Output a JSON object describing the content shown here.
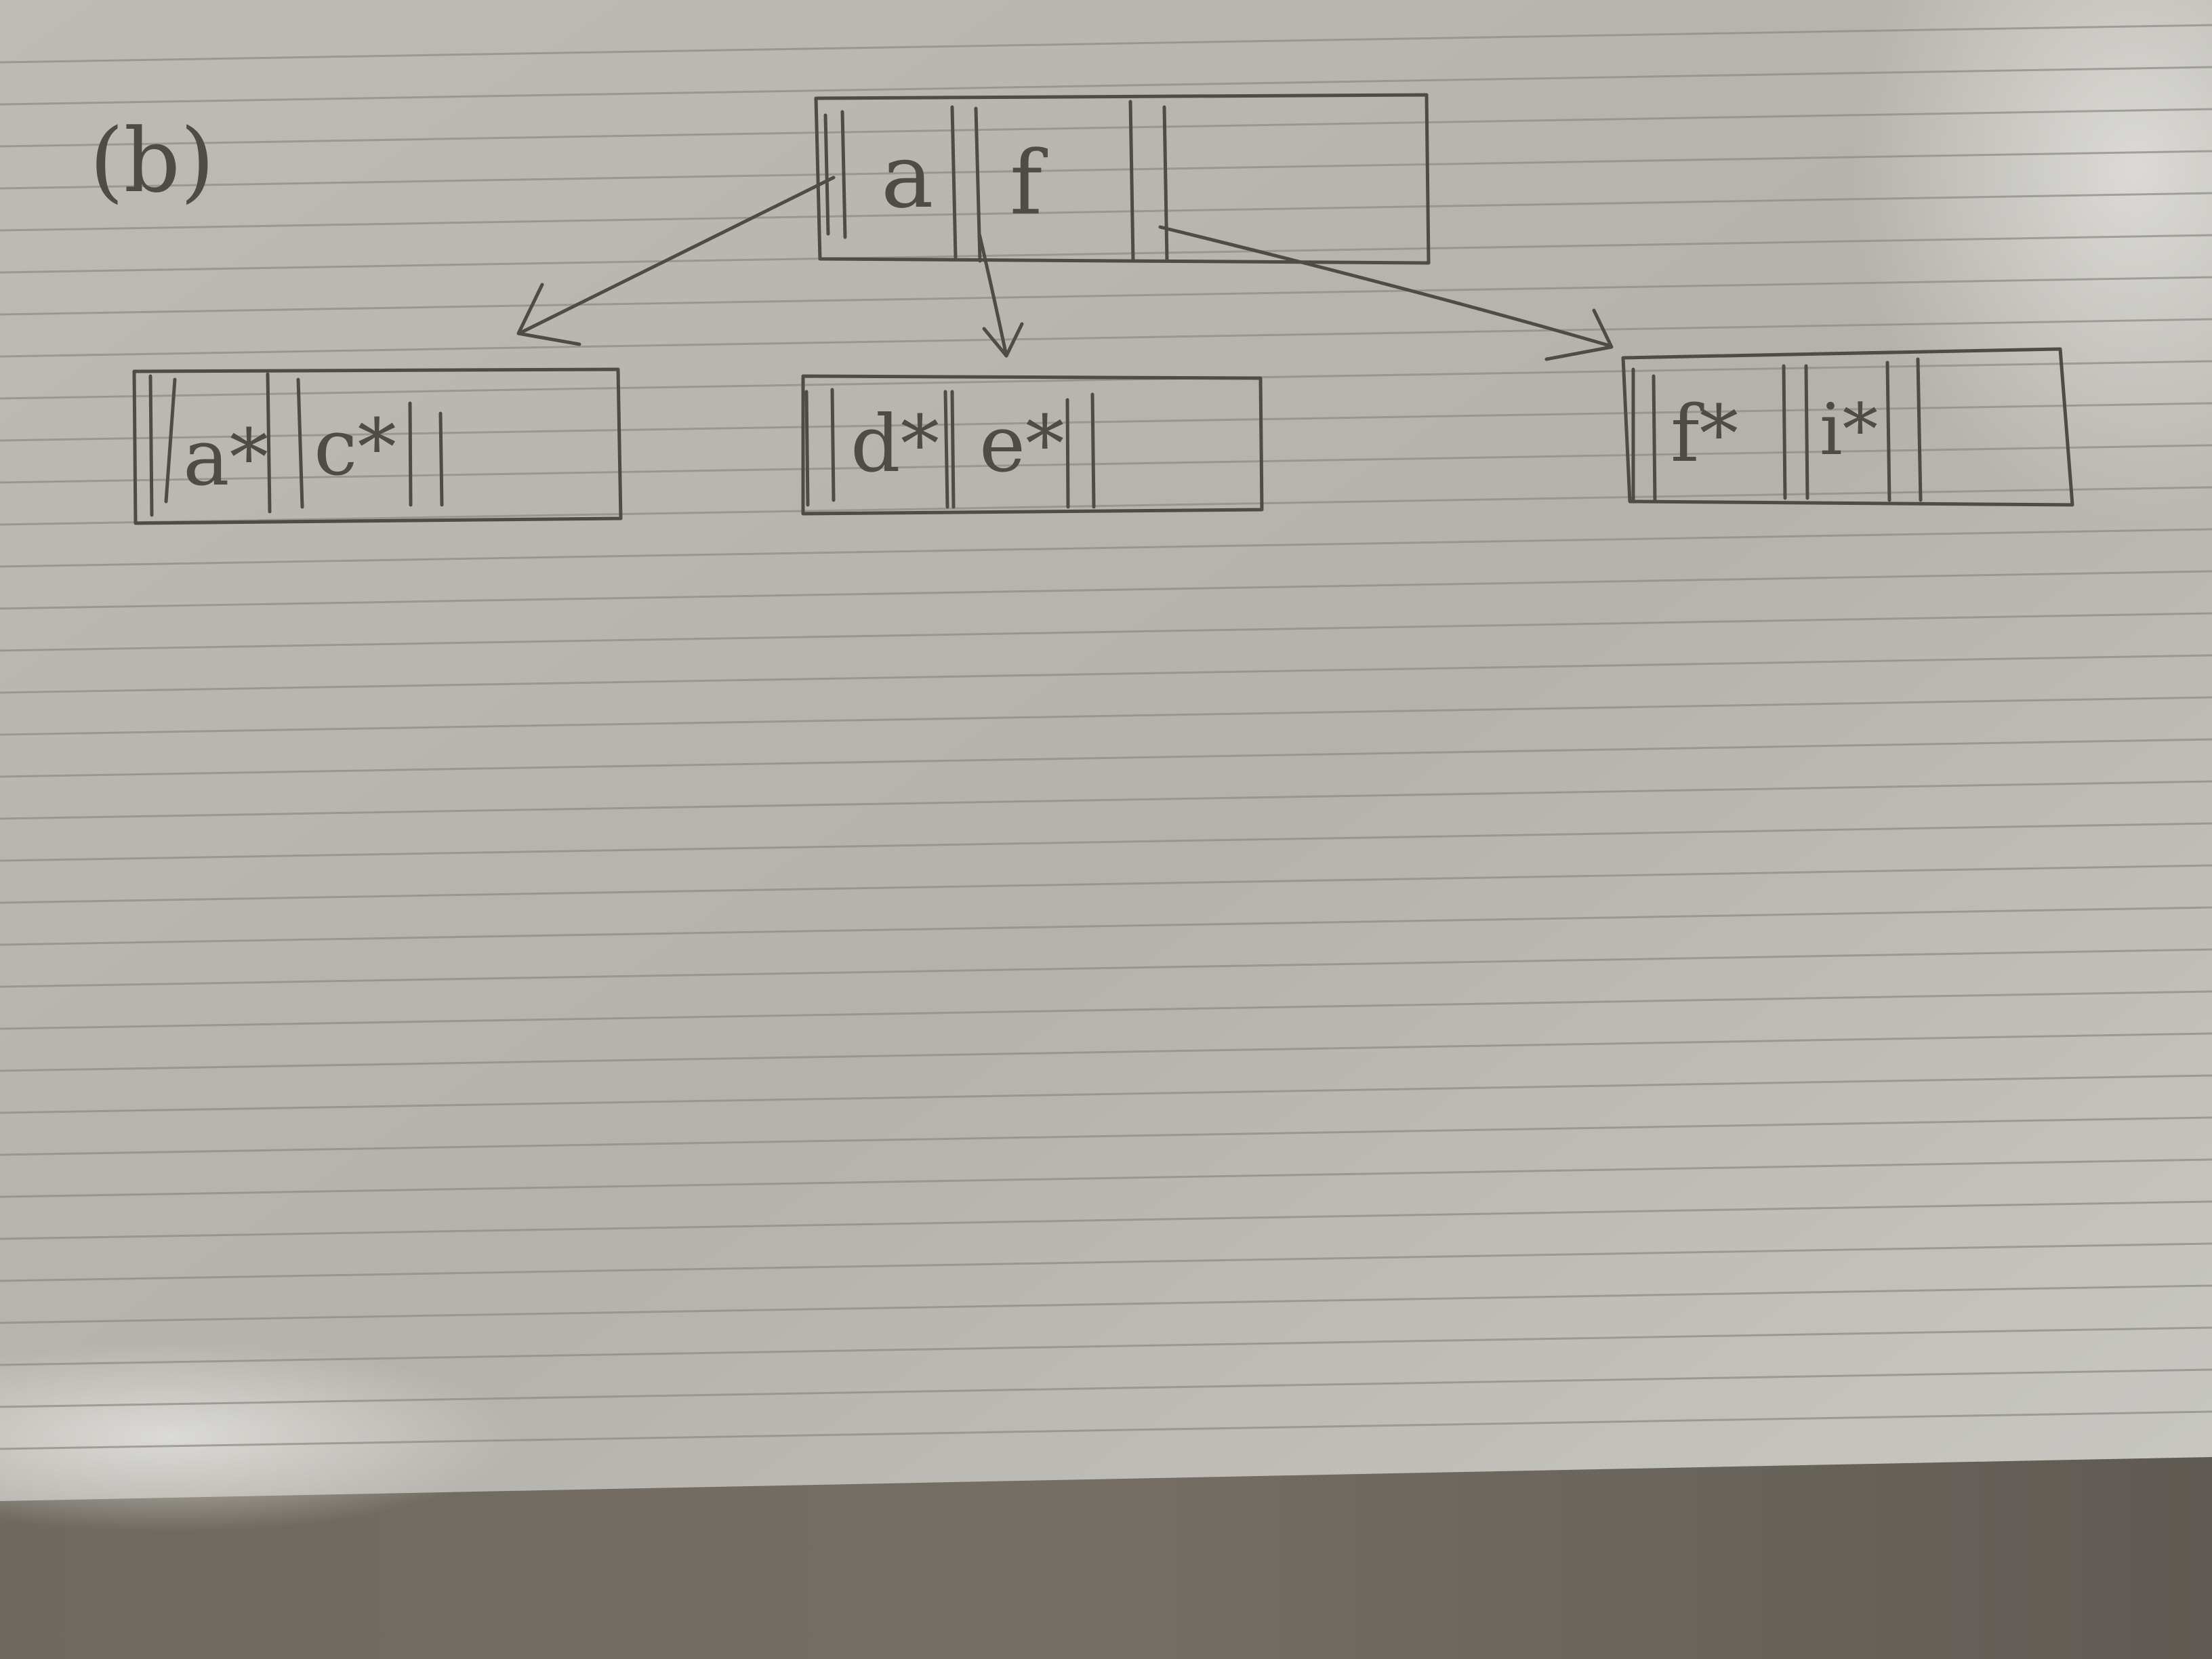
{
  "colors": {
    "paper": "#b9b7b1",
    "paper_light": "#d7d6d1",
    "ruled_line": "#8f8d88",
    "ink": "#4e4c47",
    "table_surface": "#6e6a62"
  },
  "figure_label": "(b)",
  "tree": {
    "root": {
      "keys": [
        "a",
        "f"
      ]
    },
    "leaves": [
      {
        "keys": [
          "a*",
          "c*"
        ]
      },
      {
        "keys": [
          "d*",
          "e*"
        ]
      },
      {
        "keys": [
          "f*",
          "i*"
        ]
      }
    ]
  }
}
